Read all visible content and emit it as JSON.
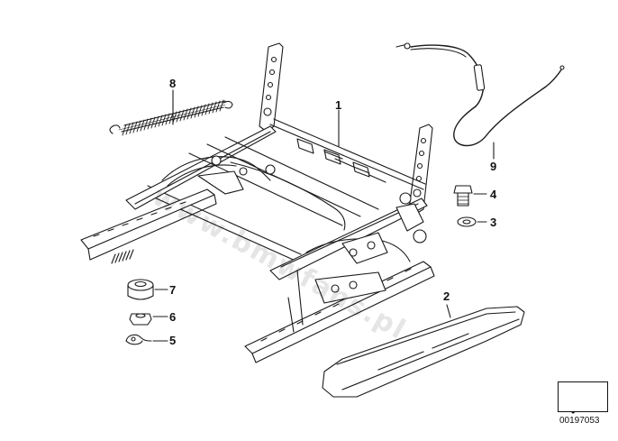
{
  "watermark": "www.bmwfans.pl",
  "callouts": {
    "c1": "1",
    "c2": "2",
    "c3": "3",
    "c4": "4",
    "c5": "5",
    "c6": "6",
    "c7": "7",
    "c8": "8",
    "c9": "9"
  },
  "diagram_number": "00197053",
  "colors": {
    "line": "#1a1a1a",
    "fill": "#ffffff",
    "shade": "#9a9a9a"
  }
}
